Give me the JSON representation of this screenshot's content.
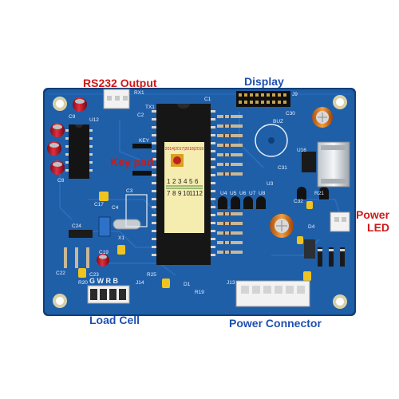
{
  "labels": {
    "rs232": "RS232 Output",
    "display": "Display",
    "keypad": "Key pad",
    "power_line1": "Power",
    "power_line2": "LED",
    "load_cell": "Load Cell",
    "power_connector": "Power Connector"
  },
  "board": {
    "pins_label": "G W R B",
    "mcu_text": "2014|2017|2018|2019",
    "keypad_rows": [
      [
        "1",
        "2",
        "3",
        "4",
        "5",
        "6"
      ],
      [
        "7",
        "8",
        "9",
        "10",
        "11",
        "12"
      ]
    ],
    "silk": {
      "c2": "C2",
      "c1": "C1",
      "rx1": "RX1",
      "tx1": "TX1",
      "u12": "U12",
      "c9": "C9",
      "c8": "C8",
      "c3": "C3",
      "c4": "C4",
      "c17": "C17",
      "c24": "C24",
      "c22": "C22",
      "c19": "C19",
      "c23": "C23",
      "r20": "R20",
      "r25": "R25",
      "j14": "J14",
      "d1": "D1",
      "r19": "R19",
      "j13": "J13",
      "c30": "C30",
      "buz": "BUZ",
      "u16": "U16",
      "c31": "C31",
      "c32": "C32",
      "d4": "D4",
      "x1": "X1",
      "key": "KEY",
      "u4": "U4",
      "u5": "U5",
      "u6": "U6",
      "u7": "U7",
      "u8": "U8",
      "u3": "U3",
      "j9": "J9",
      "r21": "R21"
    }
  },
  "colors": {
    "background": "#ffffff",
    "pcb": "#1f5fa8",
    "label_red": "#d01818",
    "label_blue": "#1f4fb0"
  }
}
